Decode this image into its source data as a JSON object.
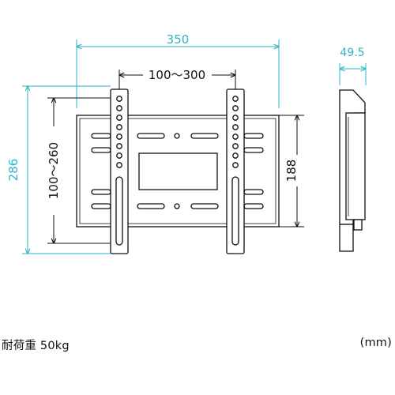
{
  "dimensions": {
    "overall_width": "350",
    "overall_height": "286",
    "depth": "49.5",
    "horizontal_hole_range": "100～300",
    "vertical_hole_range": "100～260",
    "plate_height": "188"
  },
  "footer": {
    "load_capacity": "耐荷重  50kg",
    "unit": "(mm)"
  },
  "colors": {
    "dimension_line": "#2bb5c6",
    "outline": "#111111",
    "background": "#ffffff"
  }
}
